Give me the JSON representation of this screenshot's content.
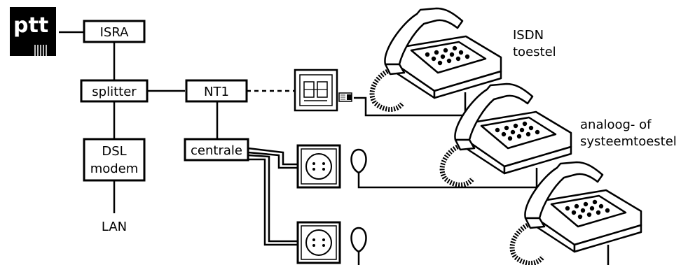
{
  "logo": {
    "text": "ptt"
  },
  "nodes": {
    "isra": "ISRA",
    "splitter": "splitter",
    "nt1": "NT1",
    "dsl_modem_line1": "DSL",
    "dsl_modem_line2": "modem",
    "centrale": "centrale",
    "lan": "LAN"
  },
  "devices": {
    "isdn_line1": "ISDN",
    "isdn_line2": "toestel",
    "analog_line1": "analoog- of",
    "analog_line2": "systeemtoestel"
  }
}
